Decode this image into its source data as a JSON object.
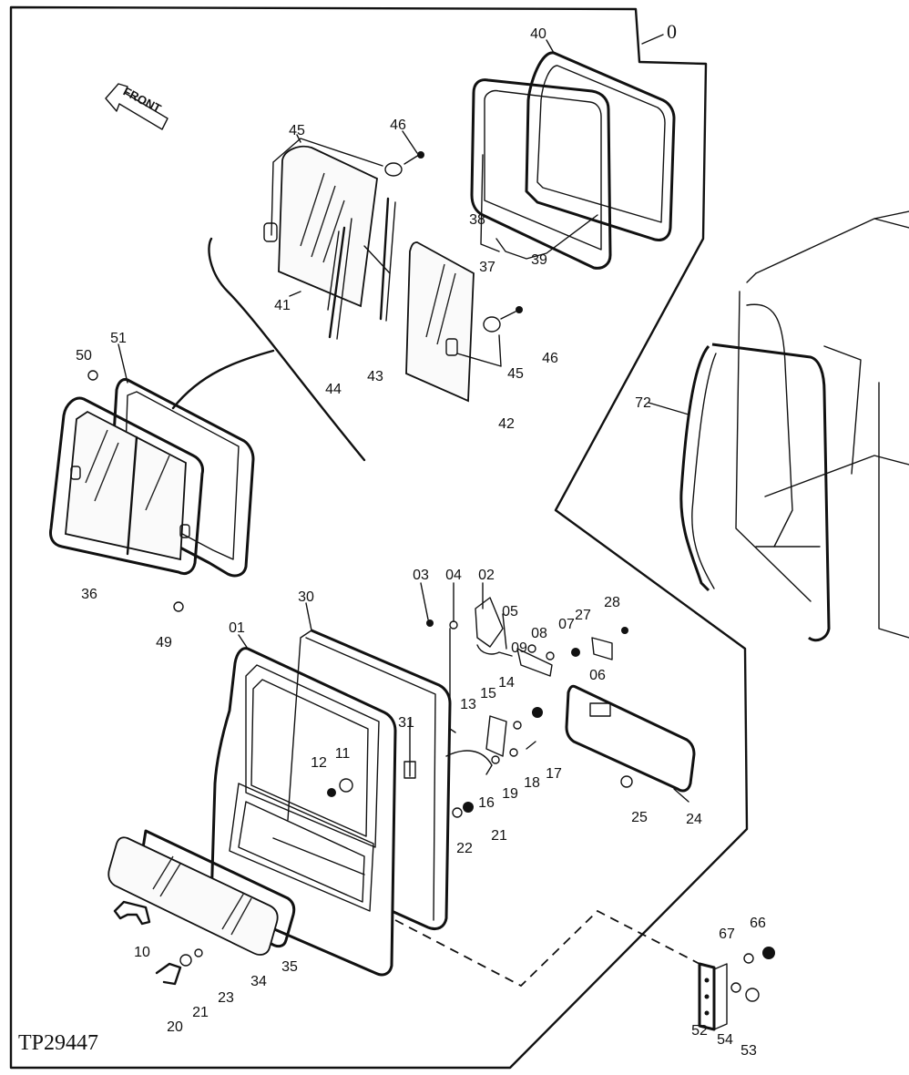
{
  "figure_id": "TP29447",
  "reference_mark": "0",
  "direction_label": "FRONT",
  "part_numbers": {
    "p01": "01",
    "p02": "02",
    "p03": "03",
    "p04": "04",
    "p05": "05",
    "p06": "06",
    "p07": "07",
    "p08": "08",
    "p09": "09",
    "p10": "10",
    "p11": "11",
    "p12": "12",
    "p13": "13",
    "p14": "14",
    "p15": "15",
    "p16": "16",
    "p17": "17",
    "p18": "18",
    "p19": "19",
    "p20": "20",
    "p21a": "21",
    "p21b": "21",
    "p22": "22",
    "p23": "23",
    "p24": "24",
    "p25": "25",
    "p27": "27",
    "p28": "28",
    "p30": "30",
    "p31": "31",
    "p34": "34",
    "p35": "35",
    "p36": "36",
    "p37": "37",
    "p38": "38",
    "p39": "39",
    "p40": "40",
    "p41": "41",
    "p42": "42",
    "p43": "43",
    "p44": "44",
    "p45a": "45",
    "p45b": "45",
    "p46a": "46",
    "p46b": "46",
    "p49": "49",
    "p50": "50",
    "p51": "51",
    "p52": "52",
    "p53": "53",
    "p54": "54",
    "p66": "66",
    "p67": "67",
    "p72": "72"
  }
}
